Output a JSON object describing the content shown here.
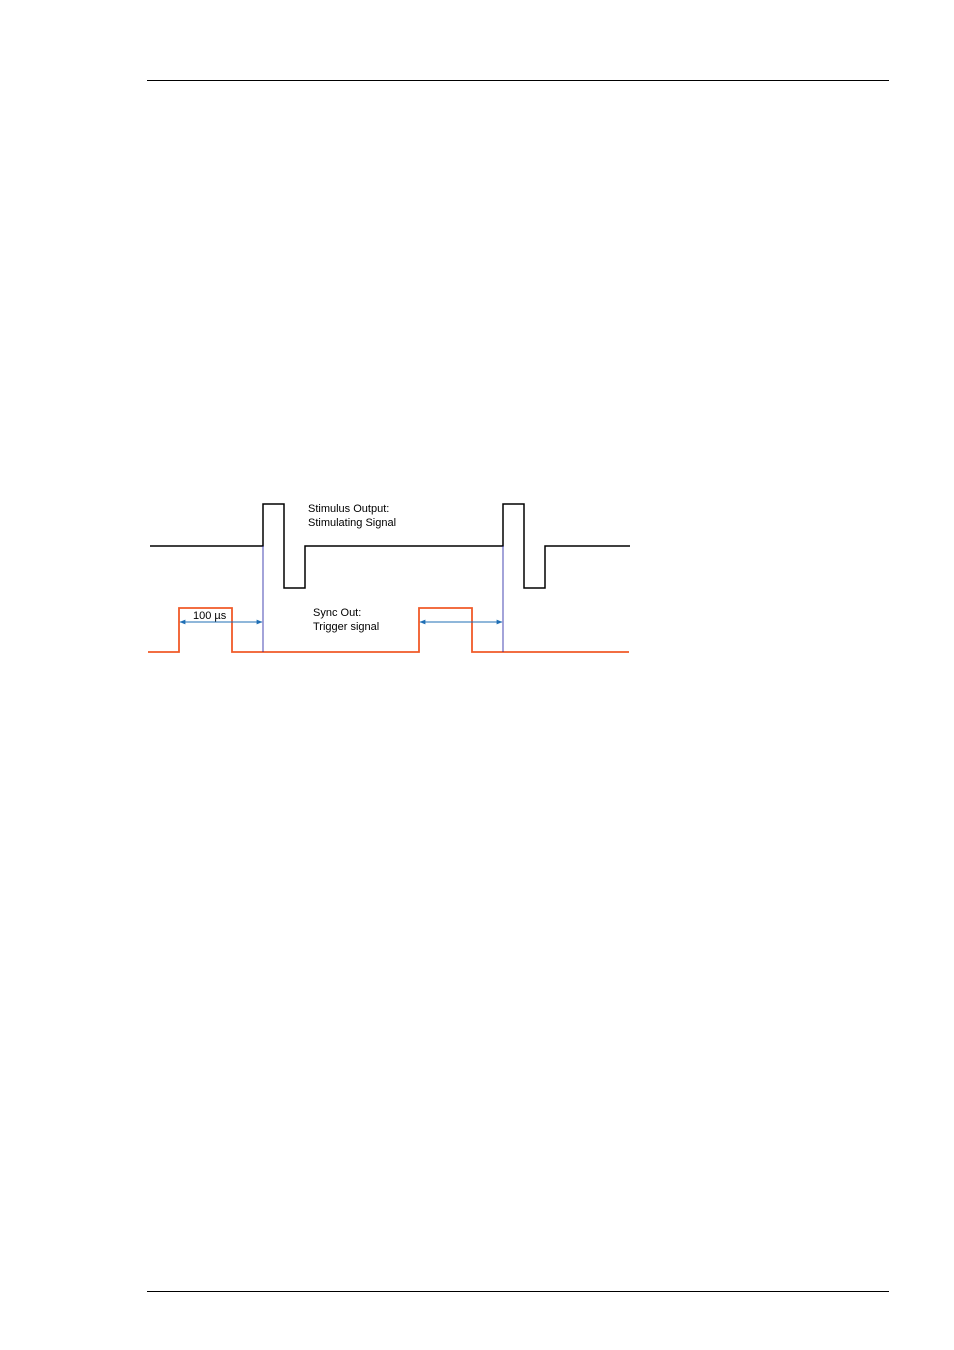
{
  "diagram": {
    "stimulus_label_line1": "Stimulus Output:",
    "stimulus_label_line2": "Stimulating Signal",
    "sync_label_line1": "Sync Out:",
    "sync_label_line2": "Trigger signal",
    "interval_label": "100 µs",
    "colors": {
      "stimulus": "#000000",
      "sync": "#f05a28",
      "marker": "#1a1aa0",
      "arrow": "#1f6fb5"
    }
  }
}
